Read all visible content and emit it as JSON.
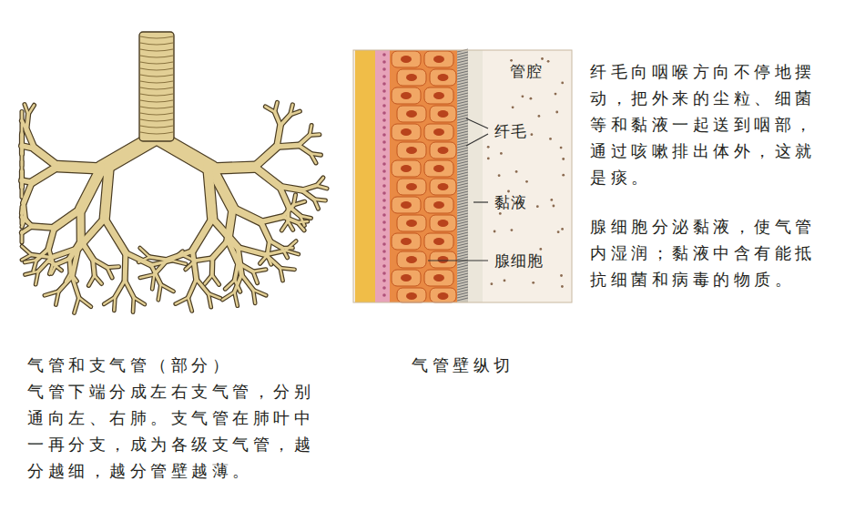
{
  "diagram": {
    "labels": [
      "管腔",
      "纤毛",
      "黏液",
      "腺细胞",
      "纤毛向咽喉方向不停地摆动，把外来的尘粒、细菌等和黏液一起送到咽部，通过咳嗽排出体外，这就是痰。",
      "腺细胞分泌黏液，使气管内湿润；黏液中含有能抵抗细菌和病毒的物质。",
      "气管和支气管（部分）",
      "气管下端分成左右支气管，分别通向左、右肺。支气管在肺叶中一再分支，成为各级支气管，越分越细，越分管壁越薄。",
      "气管壁纵切"
    ]
  }
}
